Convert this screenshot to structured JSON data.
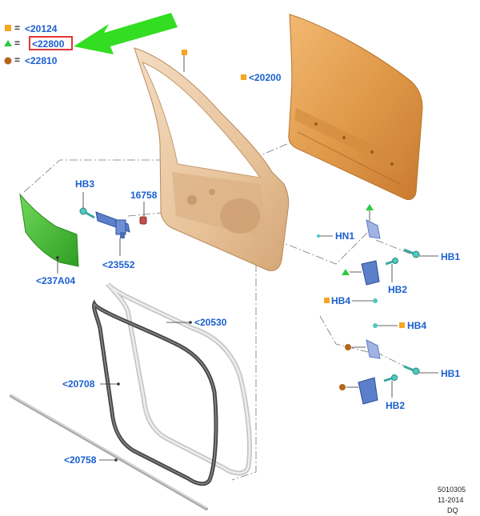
{
  "legend": {
    "items": [
      {
        "symbol": "square",
        "color": "#f5a623",
        "eq": "=",
        "code": "<20124"
      },
      {
        "symbol": "triangle",
        "color": "#2ecc40",
        "eq": "=",
        "code": "<22800"
      },
      {
        "symbol": "circle",
        "color": "#b5651d",
        "eq": "=",
        "code": "<22810"
      }
    ],
    "highlight_color": "#e02020",
    "arrow_color": "#33dd22"
  },
  "parts": {
    "door_skin": "<20200",
    "door_shell_marker": "",
    "hinge_bolt_upper_left": "HB3",
    "clip": "16758",
    "check_arm": "<23552",
    "green_panel": "<237A04",
    "seal_outer": "<20530",
    "seal_inner": "<20708",
    "weatherstrip": "<20758",
    "nut_hn1": "HN1",
    "hb1_upper": "HB1",
    "hb2_upper": "HB2",
    "hb4_upper": "HB4",
    "hb4_lower": "HB4",
    "hb1_lower": "HB1",
    "hb2_lower": "HB2"
  },
  "footer": {
    "line1": "5010305",
    "line2": "11-2014",
    "line3": "DQ"
  },
  "colors": {
    "label_blue": "#1a5fd1",
    "door_tan": "#e8c39a",
    "skin_orange": "#e09a4a",
    "panel_green": "#3fbf2f",
    "hinge_blue": "#5b7fc9",
    "bolt_teal": "#4cc9c0"
  }
}
